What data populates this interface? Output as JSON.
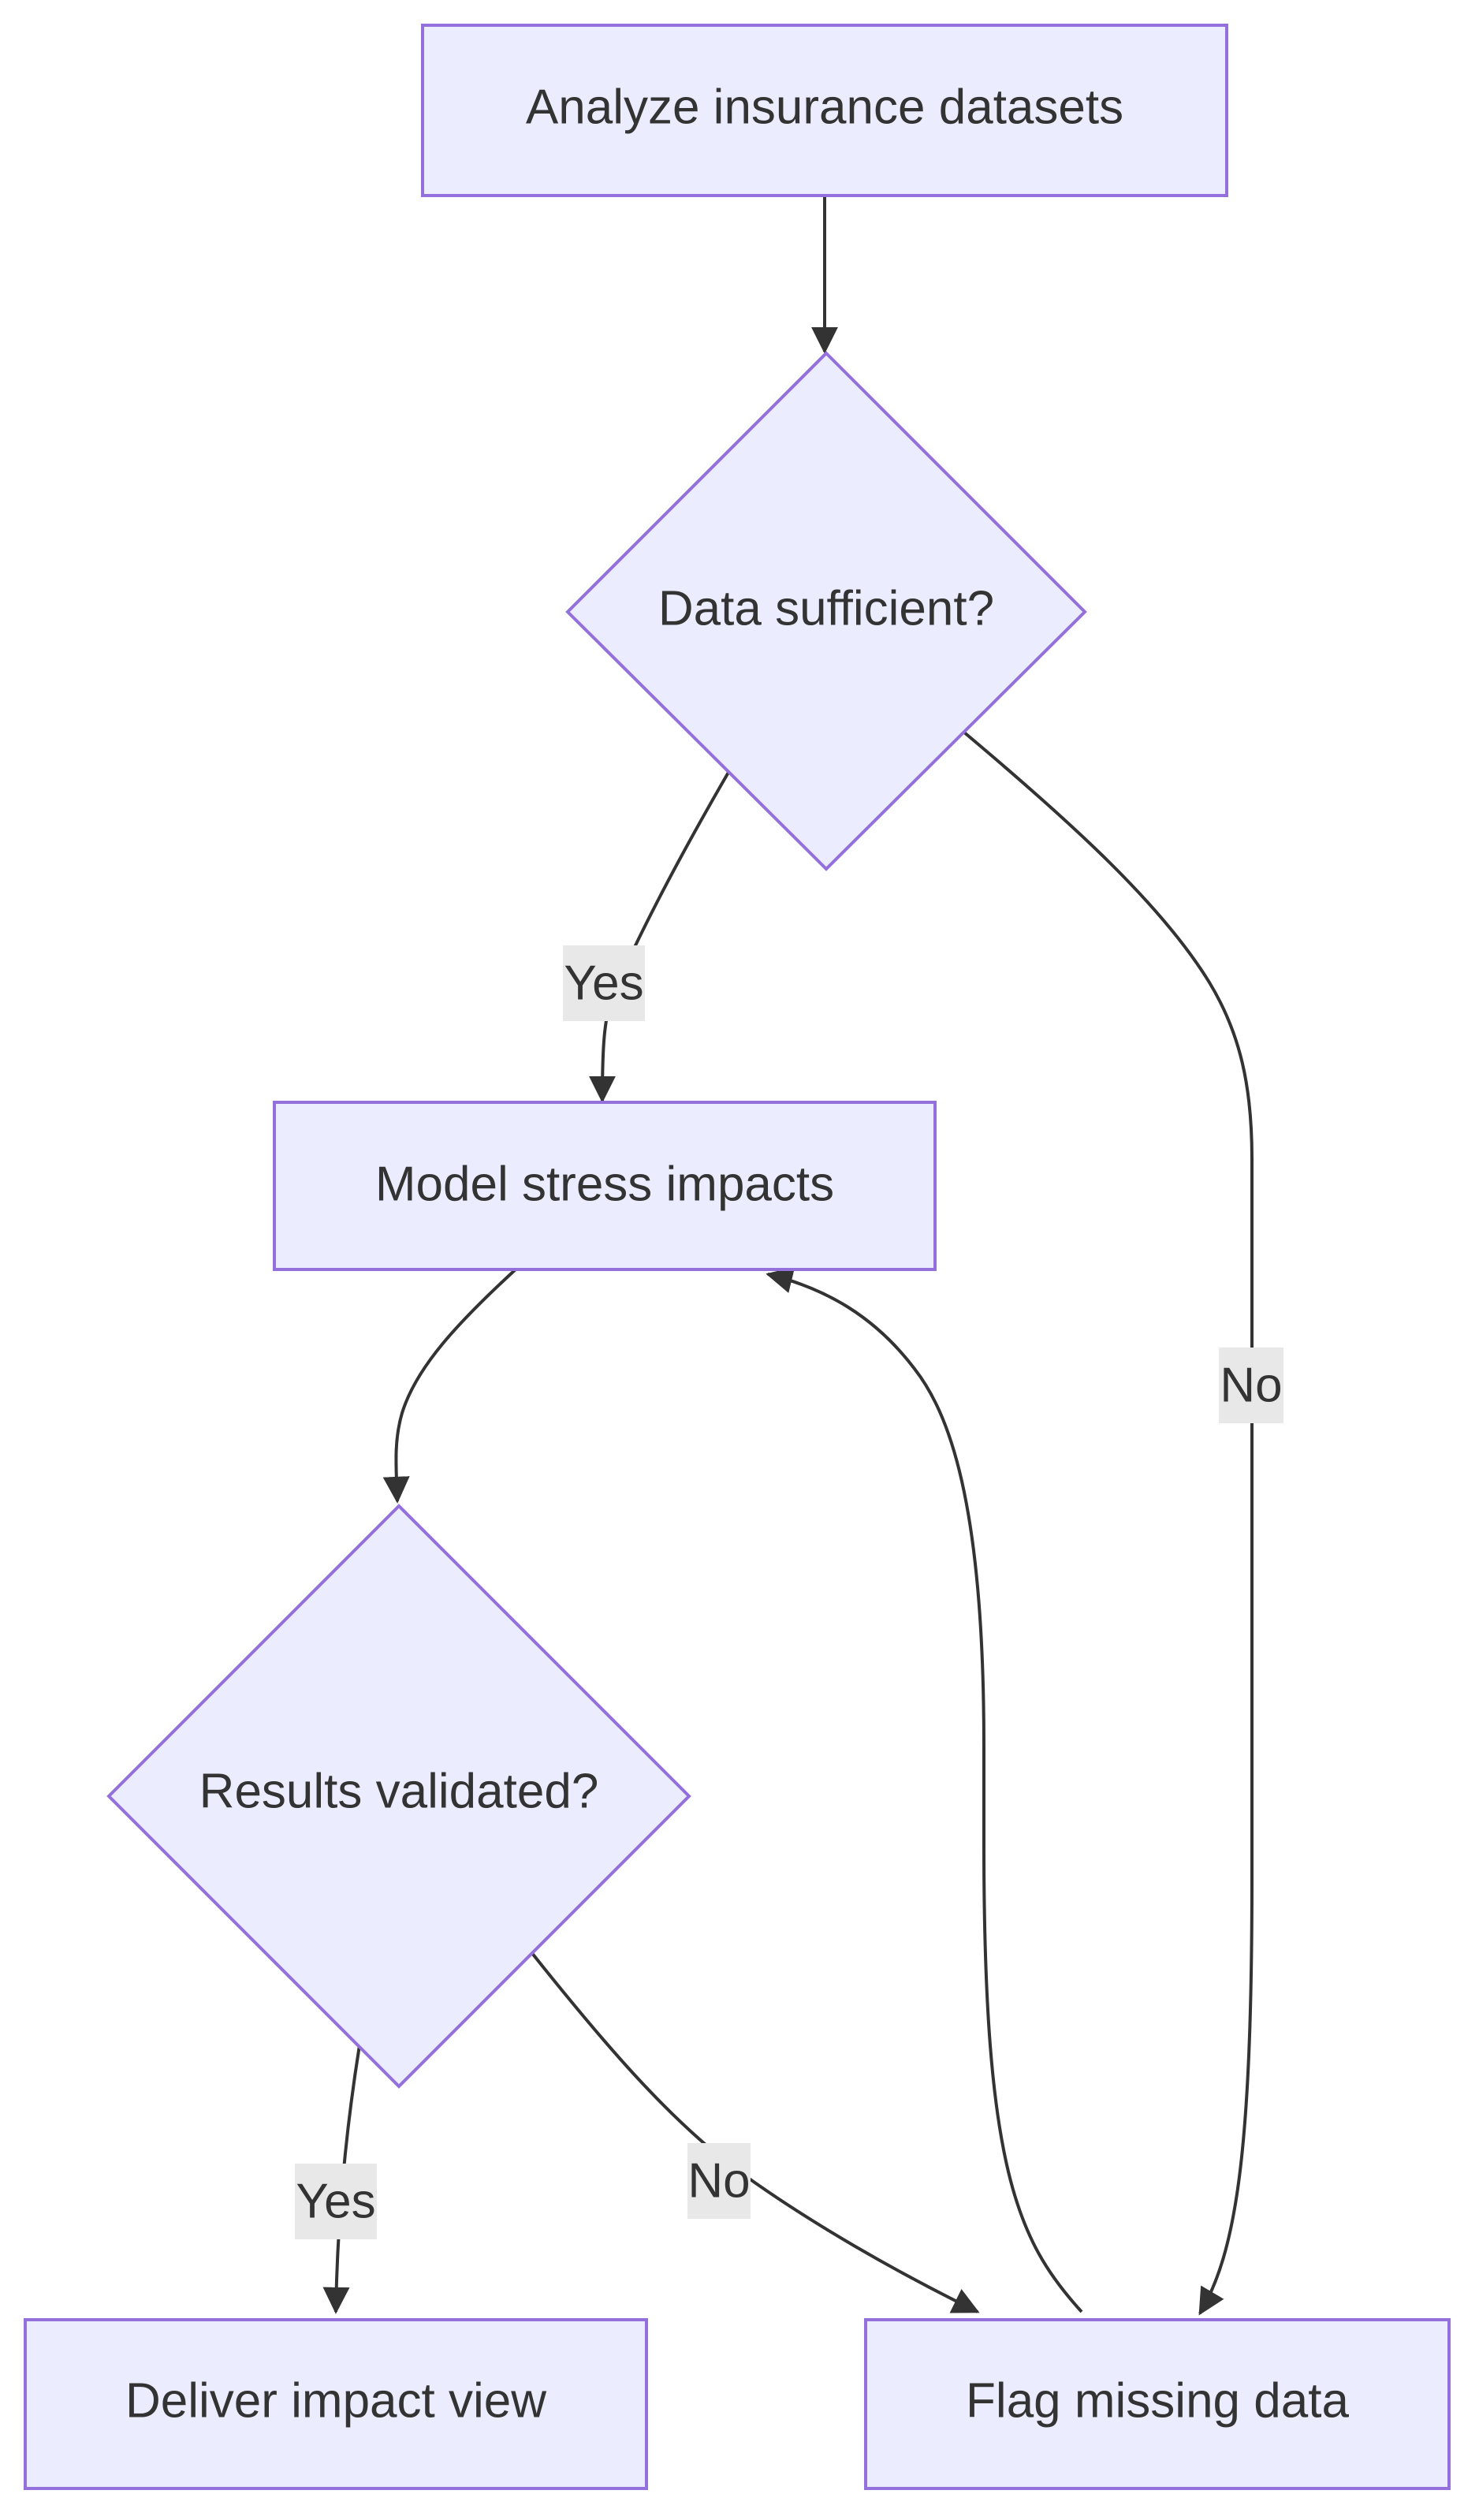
{
  "diagram": {
    "nodes": {
      "analyze": {
        "label": "Analyze insurance datasets",
        "shape": "rect"
      },
      "sufficient": {
        "label": "Data sufficient?",
        "shape": "diamond"
      },
      "model": {
        "label": "Model stress impacts",
        "shape": "rect"
      },
      "validated": {
        "label": "Results validated?",
        "shape": "diamond"
      },
      "deliver": {
        "label": "Deliver impact view",
        "shape": "rect"
      },
      "flag": {
        "label": "Flag missing data",
        "shape": "rect"
      }
    },
    "edges": [
      {
        "from": "analyze",
        "to": "sufficient",
        "label": ""
      },
      {
        "from": "sufficient",
        "to": "model",
        "label": "Yes"
      },
      {
        "from": "sufficient",
        "to": "flag",
        "label": "No"
      },
      {
        "from": "model",
        "to": "validated",
        "label": ""
      },
      {
        "from": "validated",
        "to": "deliver",
        "label": "Yes"
      },
      {
        "from": "validated",
        "to": "flag",
        "label": "No"
      },
      {
        "from": "flag",
        "to": "model",
        "label": ""
      }
    ],
    "colors": {
      "node_fill": "#ECECFF",
      "node_stroke": "#9370DB",
      "edge": "#333333",
      "edge_label_bg": "#E8E8E8",
      "text": "#333333"
    }
  }
}
